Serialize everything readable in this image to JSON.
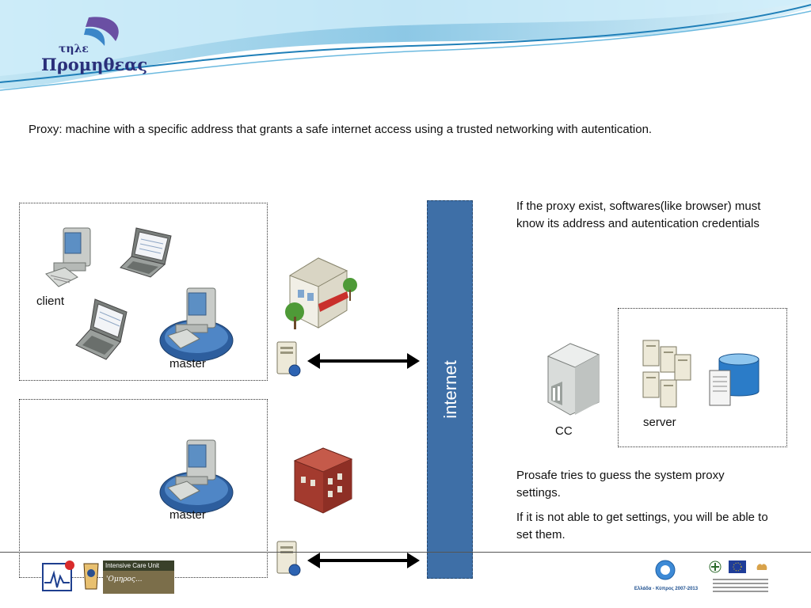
{
  "logo": {
    "line1": "τηλε",
    "line2": "Προμηθεας"
  },
  "intro_text": "Proxy: machine with a specific address that grants a safe internet access using a trusted networking with autentication.",
  "labels": {
    "client": "client",
    "master_top": "master",
    "master_bottom": "master",
    "internet": "internet",
    "cc": "CC",
    "server": "server"
  },
  "paragraphs": {
    "top_right": "If the proxy exist, softwares(like browser) must know its address and autentication credentials",
    "guess": "Prosafe tries to guess the system proxy settings.",
    "not_able": "If it is not able to get settings, you will be able to set them."
  },
  "footer": {
    "icu_label": "Intensive Care Unit",
    "icu_script": "'Ομηρος...",
    "program_text": "Ελλάδα - Κύπρος 2007-2013"
  },
  "colors": {
    "internet_bar": "#3e6fa7",
    "header_wave": "#4fa9d6",
    "logo": "#2a2f7a"
  }
}
